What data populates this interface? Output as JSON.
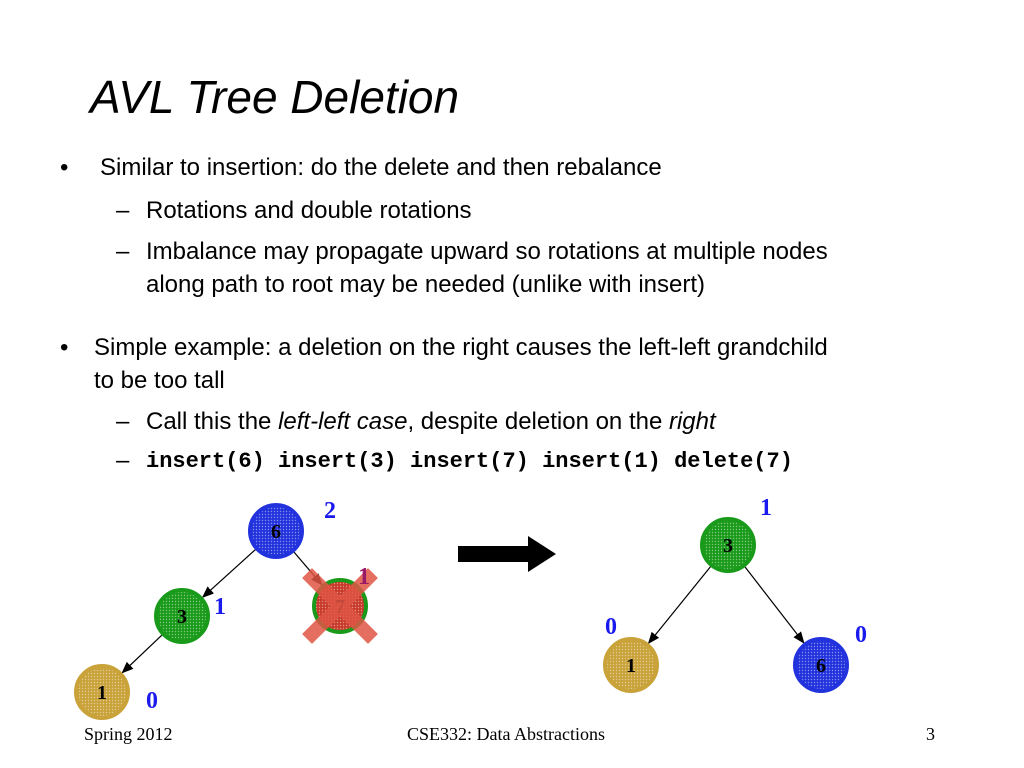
{
  "slide": {
    "title": "AVL Tree Deletion",
    "bullet1": {
      "text": "Similar to insertion: do the delete and then rebalance",
      "sub1": "Rotations and double rotations",
      "sub2_line1": "Imbalance may propagate upward so rotations at multiple nodes",
      "sub2_line2": "along path to root may be needed (unlike with insert)"
    },
    "bullet2": {
      "line1": "Simple example: a deletion on the right causes the left-left grandchild",
      "line2": "to be too tall",
      "sub1_a": "Call this the ",
      "sub1_b": "left-left case",
      "sub1_c": ", despite deletion on the ",
      "sub1_d": "right",
      "sub2_code": "insert(6) insert(3) insert(7) insert(1) delete(7)"
    },
    "bullet_marker": "•",
    "dash_marker": "–"
  },
  "diagram": {
    "colors": {
      "blue": "#2233dd",
      "green": "#1a9a1a",
      "yellow": "#c9a23a",
      "red_x": "#e05545",
      "deleted": "#c83a2a",
      "label": "#1a1aee",
      "deleted_label": "#9a1a6a"
    },
    "before": {
      "nodes": [
        {
          "id": "b6",
          "value": "6",
          "color": "blue",
          "height": "2"
        },
        {
          "id": "b3",
          "value": "3",
          "color": "green",
          "height": "1"
        },
        {
          "id": "b7",
          "value": "7",
          "color": "green",
          "height": "1",
          "deleted": true
        },
        {
          "id": "b1",
          "value": "1",
          "color": "yellow",
          "height": "0"
        }
      ]
    },
    "after": {
      "nodes": [
        {
          "id": "a3",
          "value": "3",
          "color": "green",
          "height": "1"
        },
        {
          "id": "a1",
          "value": "1",
          "color": "yellow",
          "height": "0"
        },
        {
          "id": "a6",
          "value": "6",
          "color": "blue",
          "height": "0"
        }
      ]
    }
  },
  "footer": {
    "left": "Spring 2012",
    "center": "CSE332: Data Abstractions",
    "page": "3"
  }
}
